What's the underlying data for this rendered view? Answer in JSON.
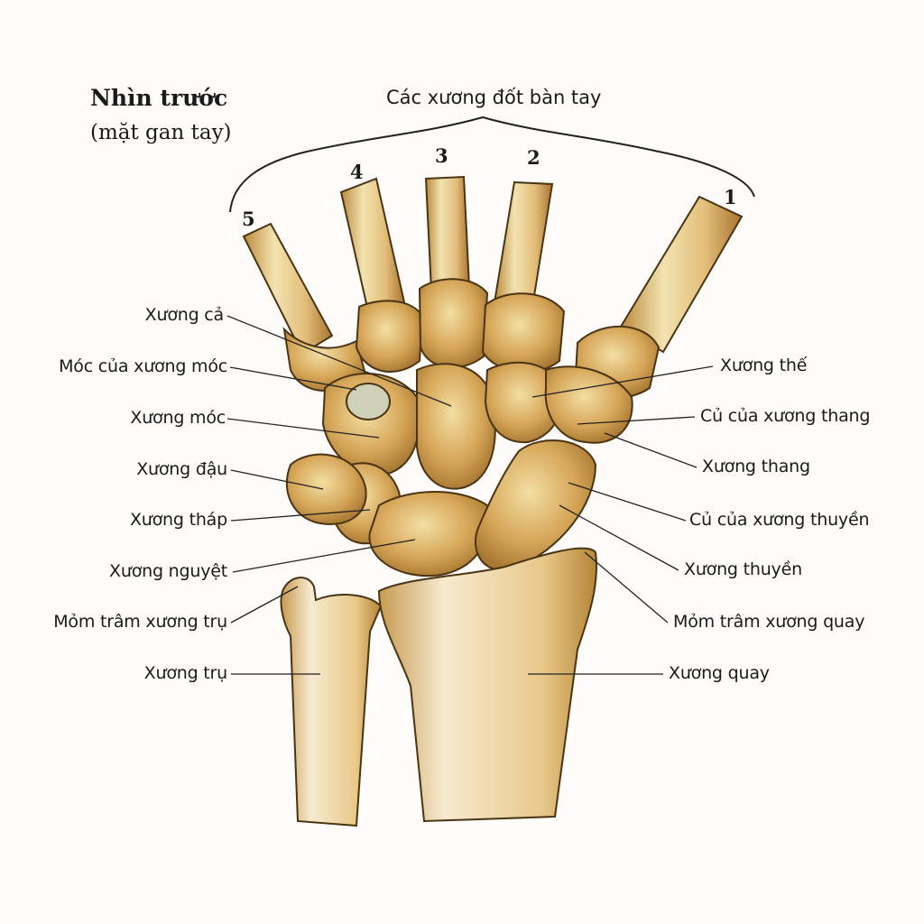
{
  "title": "Nhìn trước",
  "subtitle": "(mặt gan tay)",
  "metacarpal_group_label": "Các xương đốt bàn tay",
  "metacarpal_numbers": [
    "5",
    "4",
    "3",
    "2",
    "1"
  ],
  "labels_left": [
    "Xương cả",
    "Móc của xương móc",
    "Xương móc",
    "Xương đậu",
    "Xương tháp",
    "Xương nguyệt",
    "Mỏm trâm xương trụ",
    "Xương trụ"
  ],
  "labels_right": [
    "Xương thế",
    "Củ của xương thang",
    "Xương thang",
    "Củ của xương thuyền",
    "Xương thuyền",
    "Mỏm trâm xương quay",
    "Xương quay"
  ],
  "colors": {
    "bone_light": "#f1dfa8",
    "bone_mid": "#d9aa5c",
    "bone_dark": "#a8742e",
    "outline": "#4a3414",
    "leader": "#222222"
  }
}
